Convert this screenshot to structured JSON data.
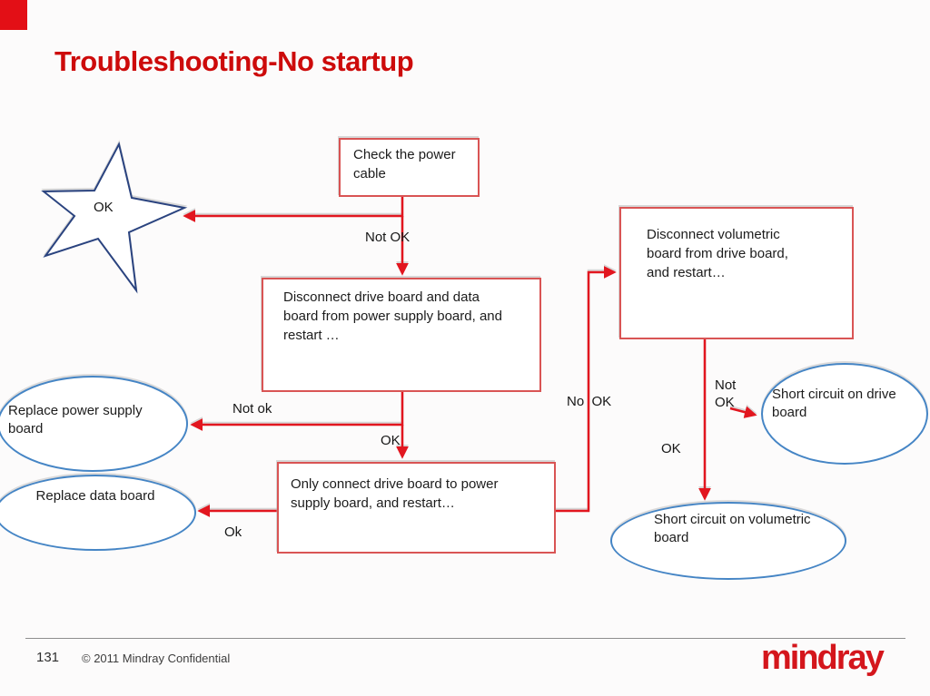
{
  "slide": {
    "title": "Troubleshooting-No startup",
    "colors": {
      "title_red": "#cd0b0b",
      "connector_red": "#e2161f",
      "box_border_red": "#d95454",
      "ellipse_border_blue": "#4585c5",
      "star_outline_navy": "#2a437f",
      "logo_red": "#d4161c",
      "corner_flag_red": "#e30f16"
    }
  },
  "flowchart": {
    "star": {
      "label": "OK"
    },
    "boxes": [
      {
        "id": "check-power-cable",
        "text": "Check the power cable"
      },
      {
        "id": "disconnect-drive-data",
        "text": "Disconnect drive board and data board from power supply board, and restart …"
      },
      {
        "id": "only-connect-drive",
        "text": "Only connect drive board to power supply board, and restart…"
      },
      {
        "id": "disconnect-volumetric",
        "text": "Disconnect volumetric board from drive board, and restart…"
      }
    ],
    "ellipses": [
      {
        "id": "replace-power-supply",
        "text": "Replace power supply board"
      },
      {
        "id": "replace-data-board",
        "text": "Replace data board"
      },
      {
        "id": "short-circuit-drive",
        "text": "Short circuit on drive board"
      },
      {
        "id": "short-circuit-volumetric",
        "text": "Short circuit on volumetric board"
      }
    ],
    "labels": {
      "not_ok_top": "Not OK",
      "not_ok_mid": "Not ok",
      "ok_mid": "OK",
      "ok_bottom": "Ok",
      "no_ok": "No  OK",
      "not_ok_right": "Not OK",
      "ok_right": "OK"
    }
  },
  "footer": {
    "page_number": "131",
    "copyright": "© 2011 Mindray Confidential",
    "logo_text": "mindray"
  }
}
